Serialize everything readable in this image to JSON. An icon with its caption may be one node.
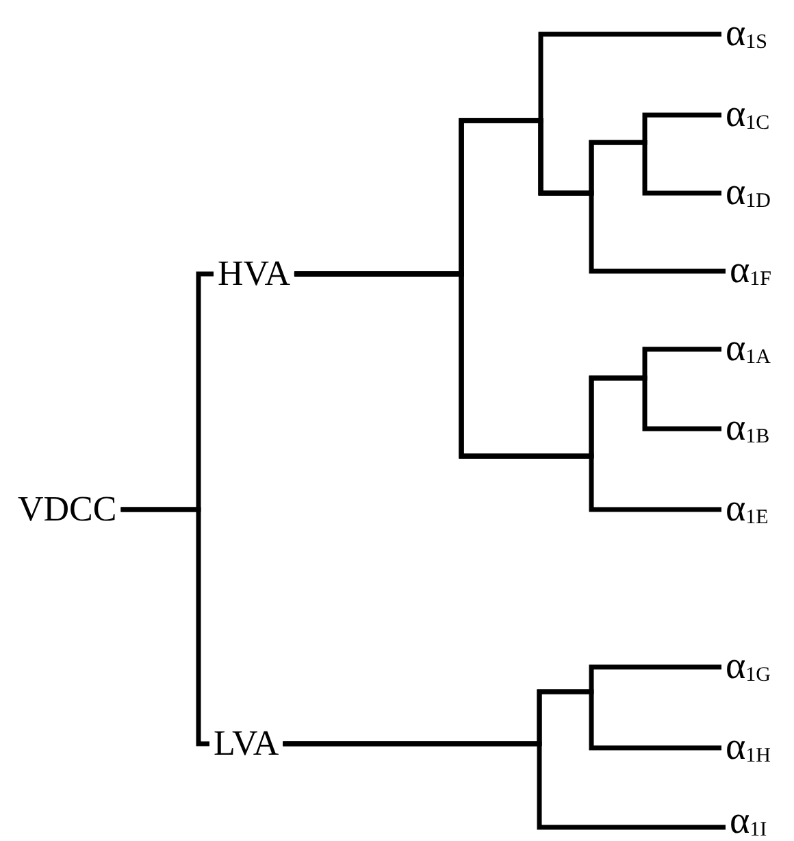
{
  "diagram": {
    "nodes": [
      {
        "text": [
          "VDCC"
        ]
      },
      {
        "text": [
          "HVA"
        ]
      },
      {
        "text": [
          "LVA"
        ]
      },
      {
        "text": [
          "α$_{1S}$"
        ]
      },
      {
        "text": [
          "α$_{1C}$"
        ]
      },
      {
        "text": [
          "α$_{1D}$"
        ]
      },
      {
        "text": [
          "α$_{1F}$"
        ]
      },
      {
        "text": [
          "α$_{1A}$"
        ]
      },
      {
        "text": [
          "α$_{1B}$"
        ]
      },
      {
        "text": [
          "α$_{1E}$"
        ]
      },
      {
        "text": [
          "α$_{1G}$"
        ]
      },
      {
        "text": [
          "α$_{1H}$"
        ]
      },
      {
        "text": [
          "α$_{1I}$"
        ]
      }
    ],
    "edges": [
      {
        "from": 0,
        "to": 1,
        "arrow": "none"
      },
      {
        "from": 0,
        "to": 2,
        "arrow": "none"
      },
      {
        "from": 1,
        "to": 3,
        "arrow": "none"
      },
      {
        "from": 1,
        "to": 4,
        "arrow": "none"
      },
      {
        "from": 1,
        "to": 5,
        "arrow": "none"
      },
      {
        "from": 1,
        "to": 6,
        "arrow": "none"
      },
      {
        "from": 1,
        "to": 7,
        "arrow": "none"
      },
      {
        "from": 1,
        "to": 8,
        "arrow": "none"
      },
      {
        "from": 1,
        "to": 9,
        "arrow": "none"
      },
      {
        "from": 2,
        "to": 10,
        "arrow": "none"
      },
      {
        "from": 2,
        "to": 11,
        "arrow": "none"
      },
      {
        "from": 2,
        "to": 12,
        "arrow": "none"
      }
    ]
  }
}
